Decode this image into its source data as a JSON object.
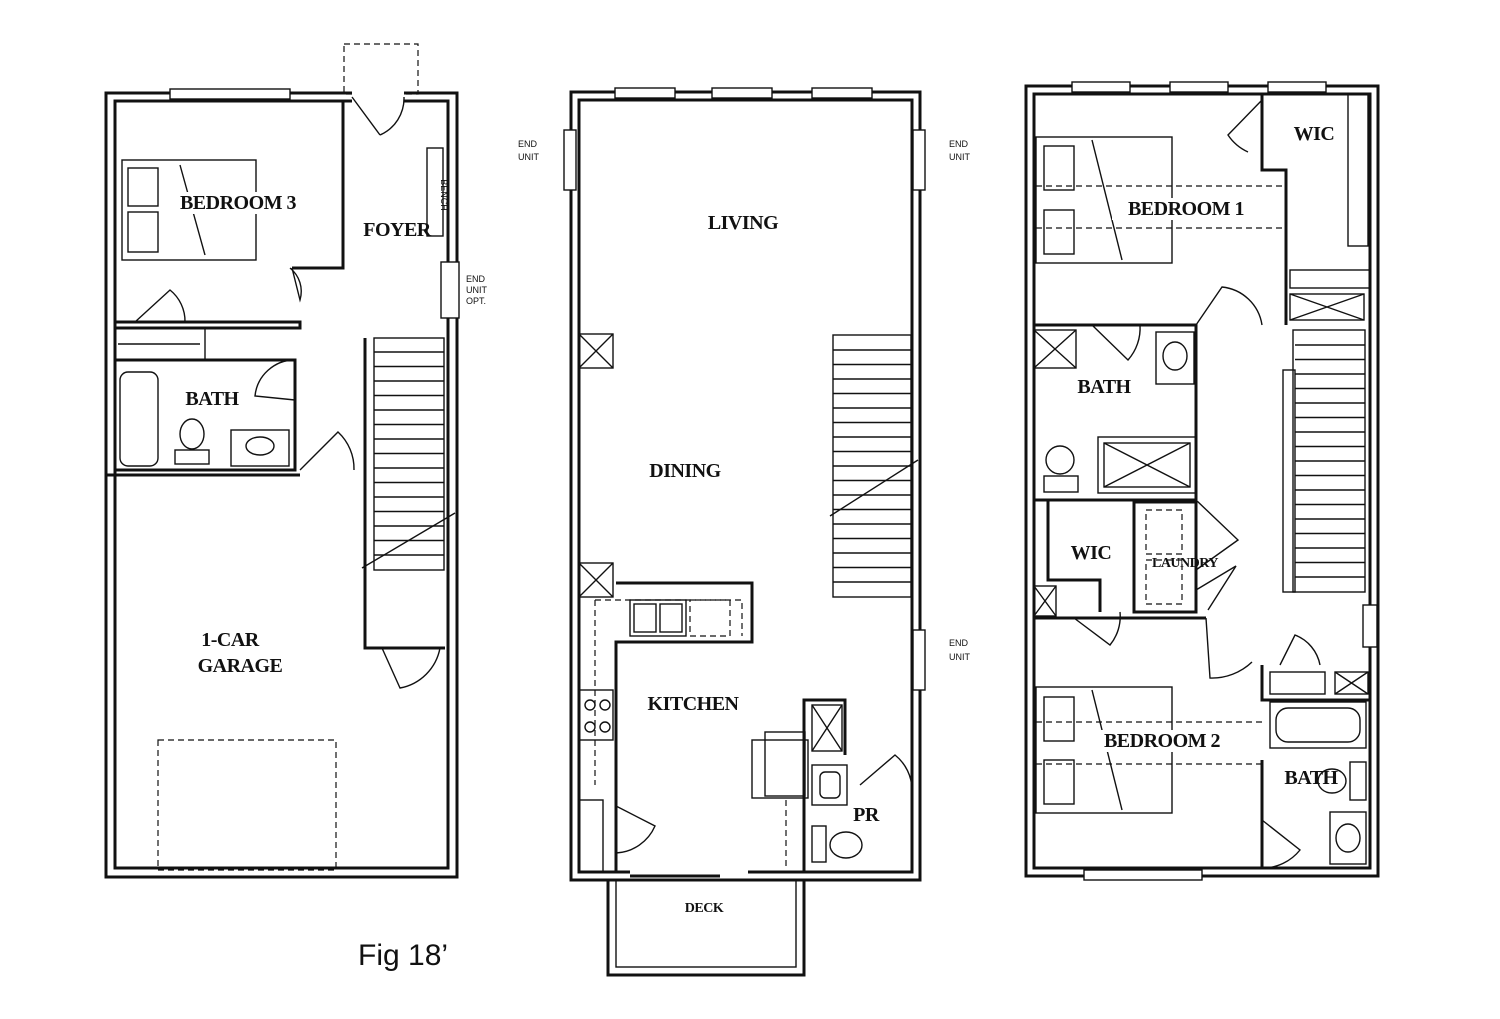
{
  "caption": "Fig 18’",
  "floors": {
    "lower": {
      "rooms": {
        "bedroom3": "BEDROOM 3",
        "foyer": "FOYER",
        "bench": "BENCH",
        "bath": "BATH",
        "garage_line1": "1-CAR",
        "garage_line2": "GARAGE"
      },
      "notes": {
        "end_unit_opt_1": "END",
        "end_unit_opt_2": "UNIT",
        "end_unit_opt_3": "OPT."
      }
    },
    "main": {
      "rooms": {
        "living": "LIVING",
        "dining": "DINING",
        "kitchen": "KITCHEN",
        "powder": "PR",
        "deck": "DECK"
      },
      "notes": {
        "end_unit_a_1": "END",
        "end_unit_a_2": "UNIT",
        "end_unit_b_1": "END",
        "end_unit_b_2": "UNIT",
        "end_unit_c_1": "END",
        "end_unit_c_2": "UNIT"
      }
    },
    "upper": {
      "rooms": {
        "bedroom1": "BEDROOM 1",
        "wic_top": "WIC",
        "bath_top": "BATH",
        "wic_mid": "WIC",
        "laundry": "LAUNDRY",
        "bedroom2": "BEDROOM 2",
        "bath_bottom": "BATH"
      }
    }
  }
}
